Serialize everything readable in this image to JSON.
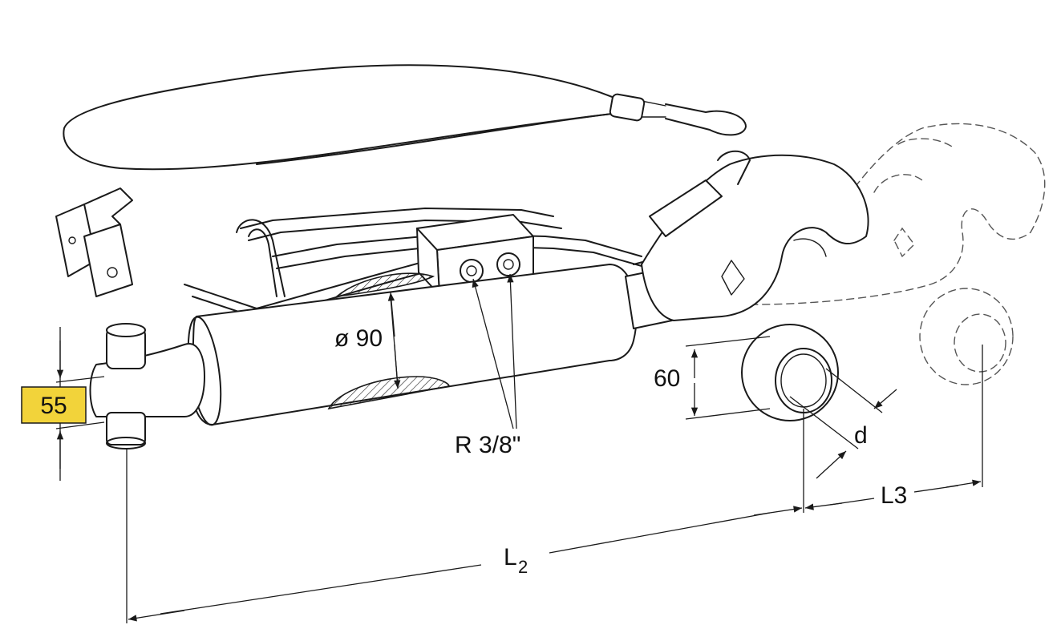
{
  "labels": {
    "pin_width": "55",
    "cylinder_diameter": "ø 90",
    "port_thread": "R 3/8\"",
    "ball_width": "60",
    "ball_bore": "d",
    "length_l2_main": "L",
    "length_l2_sub": "2",
    "length_l3": "L3"
  },
  "colors": {
    "highlight_box": "#f2d33a",
    "line": "#1a1a1a"
  }
}
